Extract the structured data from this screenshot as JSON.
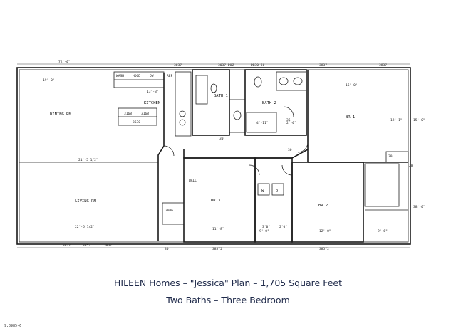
{
  "caption": {
    "line1": "HILEEN Homes – \"Jessica\" Plan – 1,705 Square Feet",
    "line2": "Two Baths – Three Bedroom"
  },
  "footer_code": "9,0985-6",
  "rooms": {
    "dining": "DINING RM",
    "living": "LIVING RM",
    "kitchen": "KITCHEN",
    "bath1": "BATH 1",
    "bath2": "BATH 2",
    "br1": "BR 1",
    "br2": "BR 2",
    "br3": "BR 3",
    "wall": "WALL"
  },
  "dimensions": {
    "top_overall": "72'-0\"",
    "dining_width": "19'-0\"",
    "kitchen_width": "13'-3\"",
    "living_wide": "21'-5 1/2\"",
    "living_bottom": "22'-5 1/2\"",
    "br1_width": "16'-0\"",
    "br1_height": "12'-1\"",
    "right_height": "15'-0\"",
    "right_lower": "38'-0\"",
    "br3_width": "11'-8\"",
    "br2_width": "12'-0\"",
    "closet_width": "9'-6\"",
    "hall_width": "9'-0\"",
    "bath2_width": "4'-11\"",
    "bath2_closet": "2'-0\"",
    "win_top_1": "3037",
    "win_top_2": "3037-DOZ",
    "win_top_3": "DB30-50",
    "win_top_4": "3837",
    "win_top_5": "3837",
    "win_bot_1": "3837",
    "win_bot_2": "3852",
    "win_bot_3": "3837",
    "win_bot_4": "38572",
    "win_bot_5": "38572",
    "door_30_a": "30",
    "door_30_b": "30",
    "door_30_c": "30",
    "door_30_d": "36",
    "door_30_e": "30",
    "door_28": "28",
    "door_3006": "3006",
    "closet_2": "3'0\"",
    "closet_3": "2'0\""
  },
  "fixtures": {
    "appliance1": "WASH",
    "appliance2": "HOOD",
    "appliance3": "DW",
    "appliance4": "REF",
    "island_a": "3168",
    "island_b": "3168",
    "island_c": "3630",
    "washer": "W",
    "dryer": "D"
  }
}
